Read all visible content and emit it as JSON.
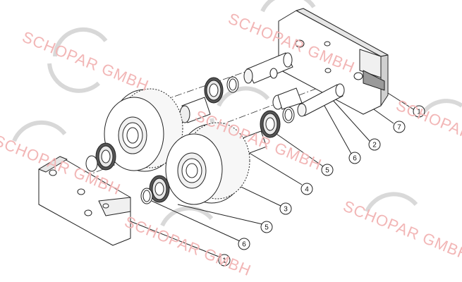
{
  "watermark": {
    "text": "SCHOPAR GMBH",
    "color": "#f2b6b6",
    "swoosh_color": "#c9c9c9"
  },
  "callouts": [
    {
      "id": "c1-top",
      "label": "1"
    },
    {
      "id": "c7",
      "label": "7"
    },
    {
      "id": "c2",
      "label": "2"
    },
    {
      "id": "c6-top",
      "label": "6"
    },
    {
      "id": "c5-top",
      "label": "5"
    },
    {
      "id": "c4",
      "label": "4"
    },
    {
      "id": "c3",
      "label": "3"
    },
    {
      "id": "c5-bottom",
      "label": "5"
    },
    {
      "id": "c6-bottom",
      "label": "6"
    },
    {
      "id": "c1-bottom",
      "label": "1"
    }
  ],
  "colors": {
    "line": "#222222",
    "part_fill": "#ffffff",
    "shade": "#dcdcdc",
    "dark": "#555555"
  }
}
